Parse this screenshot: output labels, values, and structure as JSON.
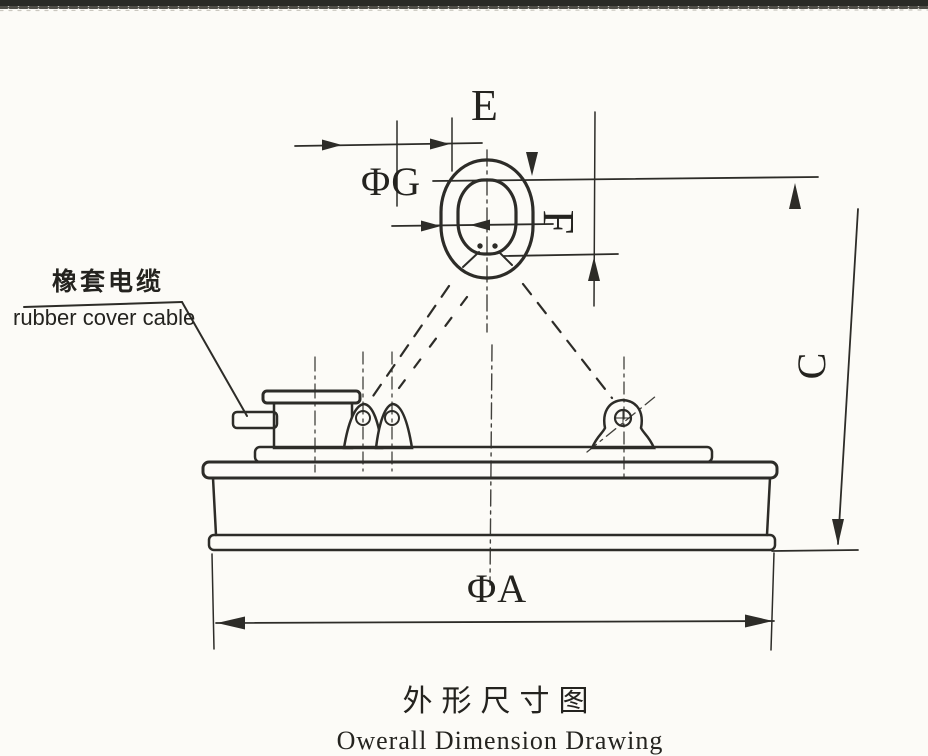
{
  "document": {
    "kind": "scanned overall dimension drawing of a circular lifting electromagnet",
    "ink_color": "#2d2c28",
    "paper_color": "#fcfbf7"
  },
  "callout": {
    "label_zh": "橡套电缆",
    "label_en": "rubber cover cable"
  },
  "dimensions": {
    "eye_offset": "E",
    "ring_bar_diameter": "ΦG",
    "ring_opening_height": "F",
    "overall_height": "C",
    "magnet_diameter": "ΦA"
  },
  "title": {
    "line_zh": "外形尺寸图",
    "line_en": "Owerall Dimension Drawing"
  }
}
